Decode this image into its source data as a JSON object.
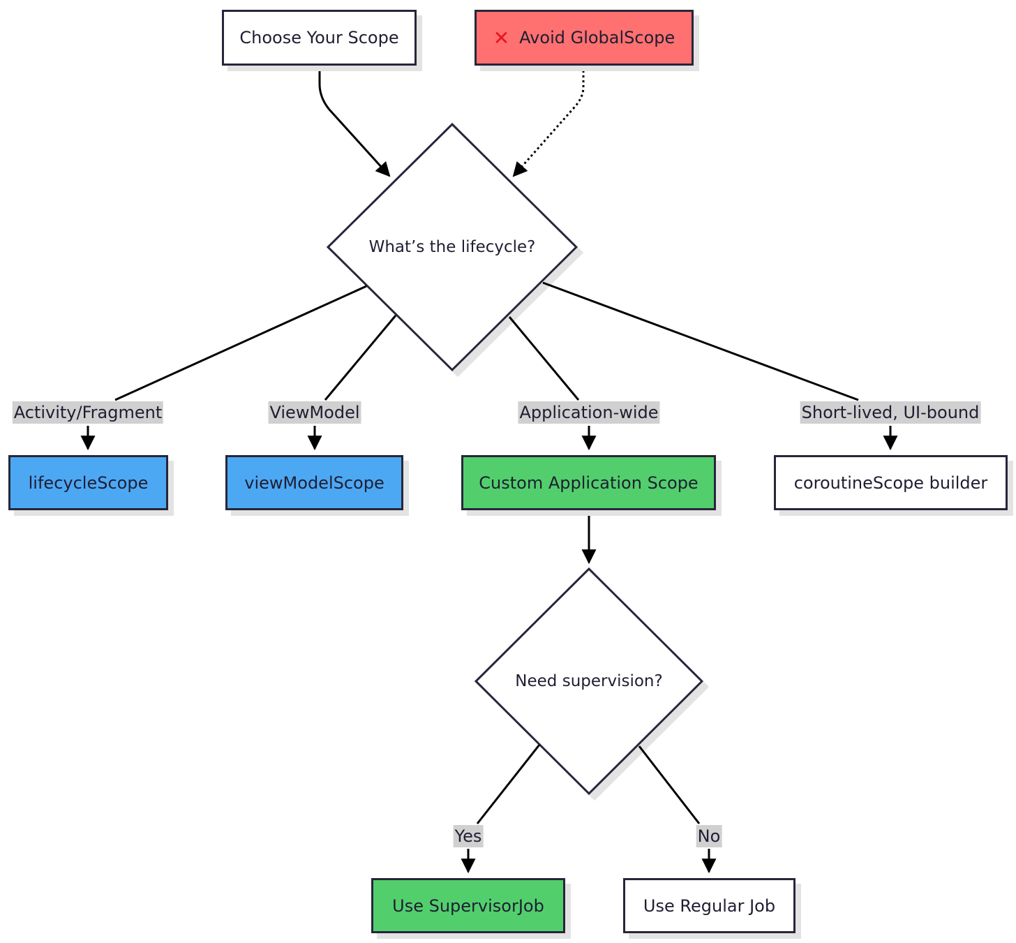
{
  "nodes": {
    "choose_scope": "Choose Your Scope",
    "avoid_global": {
      "icon": "cross-icon",
      "glyph": "✕",
      "label": "Avoid GlobalScope"
    },
    "lifecycle_decision": "What’s the lifecycle?",
    "lifecycle_scope": "lifecycleScope",
    "viewmodel_scope": "viewModelScope",
    "custom_app_scope": "Custom Application Scope",
    "coroutine_scope": "coroutineScope builder",
    "supervision_decision": "Need supervision?",
    "use_supervisor": "Use SupervisorJob",
    "use_regular": "Use Regular Job"
  },
  "edge_labels": {
    "activity_fragment": "Activity/Fragment",
    "viewmodel": "ViewModel",
    "application_wide": "Application-wide",
    "short_lived": "Short-lived, UI-bound",
    "yes": "Yes",
    "no": "No"
  },
  "colors": {
    "blue": "#4da8f4",
    "green": "#52cf6c",
    "red": "#ff7070",
    "stroke": "#26263a"
  }
}
